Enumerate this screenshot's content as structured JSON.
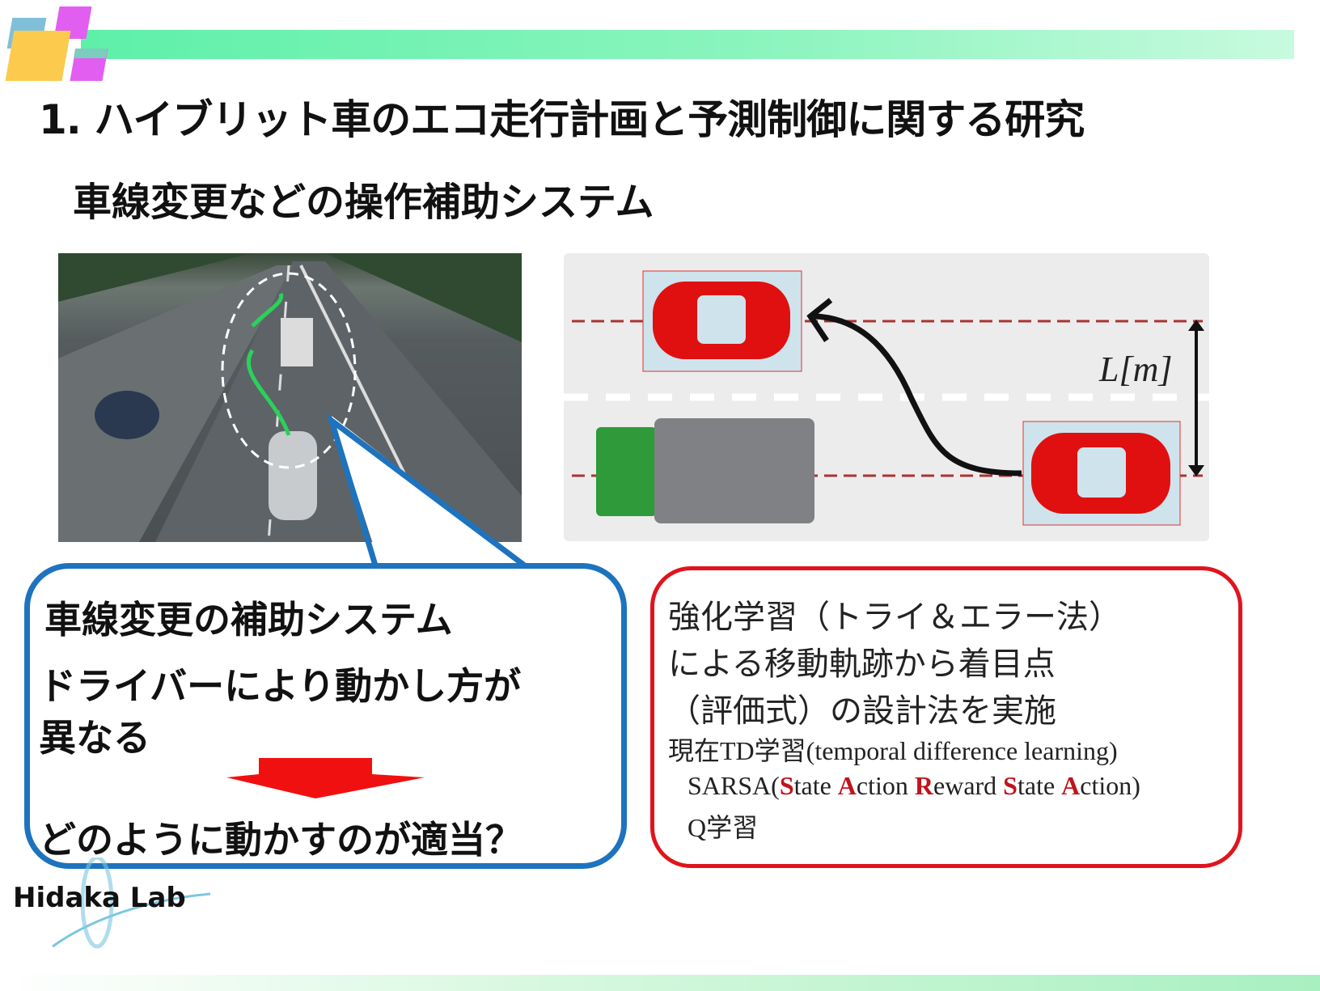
{
  "title": "1. ハイブリット車のエコ走行計画と予測制御に関する研究",
  "subtitle": "車線変更などの操作補助システム",
  "diagram": {
    "distance_label": "L[m]"
  },
  "callout_left": {
    "line1": "車線変更の補助システム",
    "line2": "ドライバーにより動かし方が",
    "line3": "異なる",
    "question": "どのように動かすのが適当？"
  },
  "callout_right": {
    "line1": "強化学習（トライ＆エラー法）",
    "line2": "による移動軌跡から着目点",
    "line3": "（評価式）の設計法を実施",
    "line4": "現在TD学習(temporal difference learning)",
    "sarsa": {
      "prefix": "SARSA(",
      "parts": [
        [
          "S",
          "tate "
        ],
        [
          "A",
          "ction "
        ],
        [
          "R",
          "eward "
        ],
        [
          "S",
          "tate "
        ],
        [
          "A",
          "ction"
        ]
      ],
      "suffix": ")"
    },
    "line6": "Q学習"
  },
  "logo": "Hidaka Lab",
  "colors": {
    "blue": "#1e73be",
    "red": "#e0141c",
    "green_bar": "#5ef0a8"
  }
}
